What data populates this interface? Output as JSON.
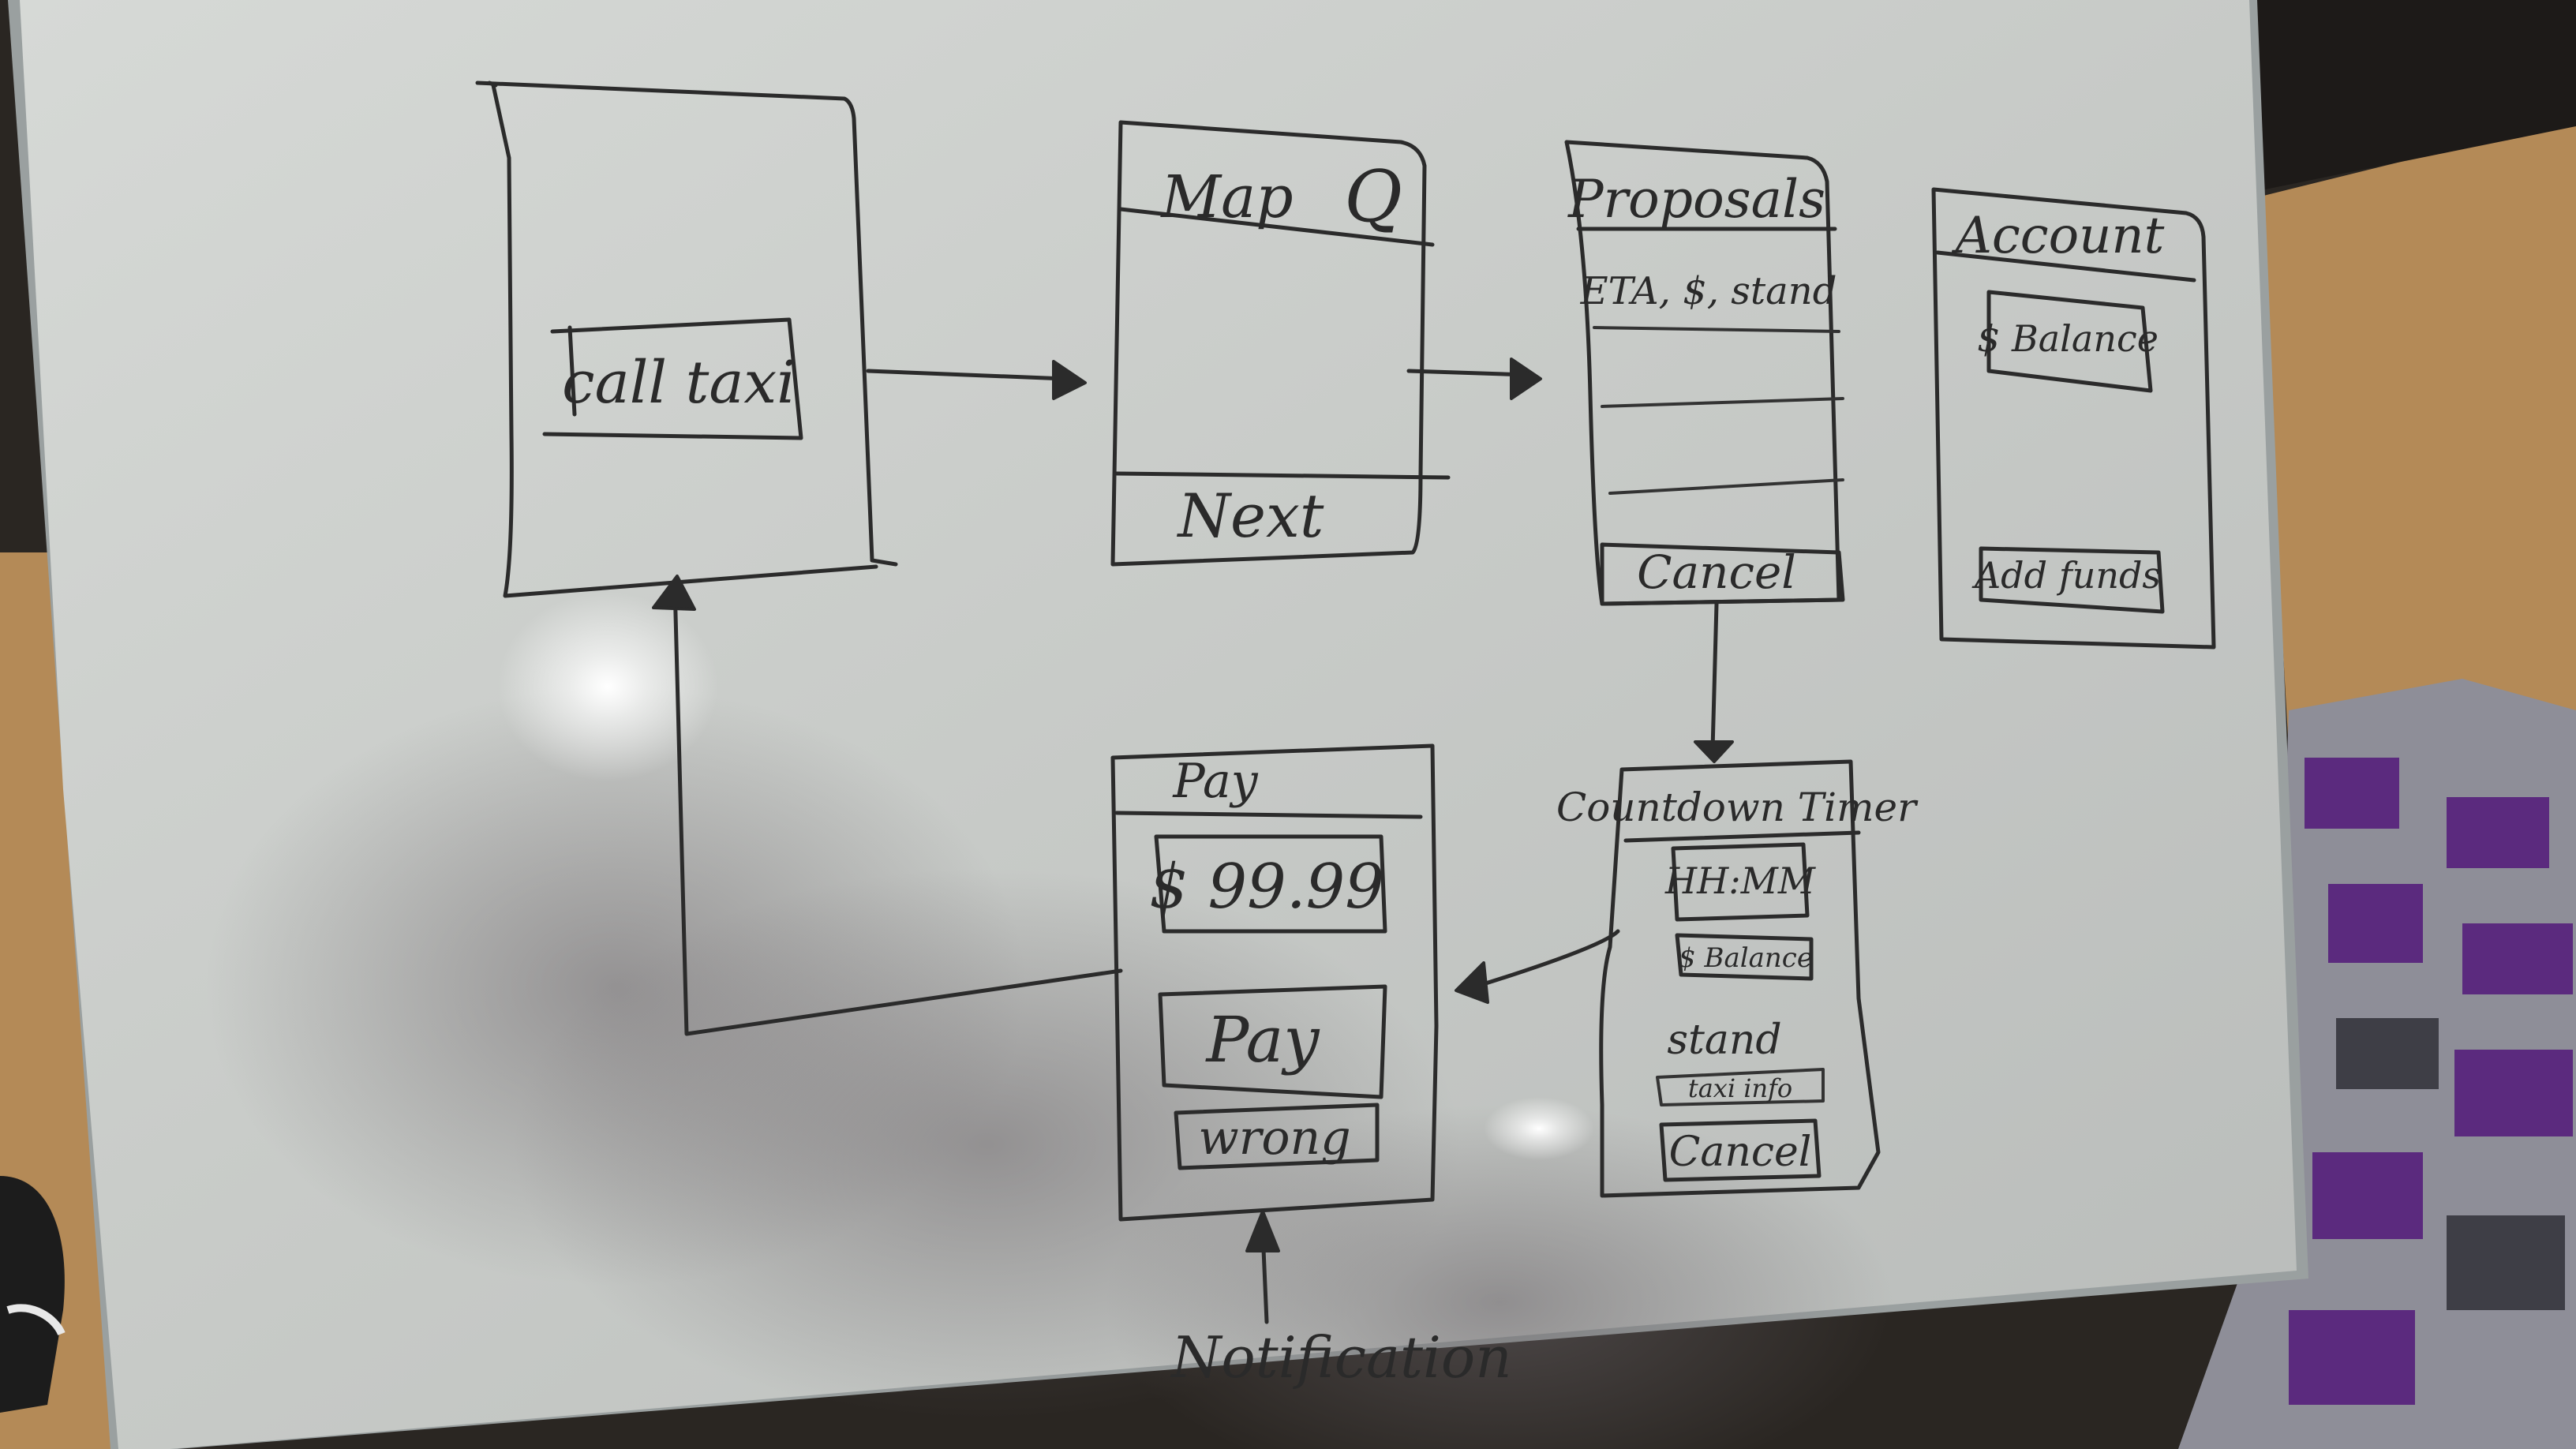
{
  "screens": {
    "start": {
      "button": "call taxi"
    },
    "map": {
      "title": "Map",
      "search_glyph": "Q",
      "footer": "Next"
    },
    "proposals": {
      "title": "Proposals",
      "row": "ETA, $, stand",
      "cancel": "Cancel"
    },
    "account": {
      "title": "Account",
      "balance": "$ Balance",
      "add_funds": "Add funds"
    },
    "countdown": {
      "title": "Countdown Timer",
      "time": "HH:MM",
      "balance": "$ Balance",
      "stand": "stand",
      "taxi_info": "taxi info",
      "cancel": "Cancel"
    },
    "pay": {
      "title": "Pay",
      "amount": "$ 99.99",
      "pay_button": "Pay",
      "wrong_button": "wrong"
    }
  },
  "notification": "Notification",
  "colors": {
    "board": "#c9ccc9",
    "frame": "#9aa0a0",
    "ink": "#2b2b2b",
    "background": "#2a2622",
    "floor": "#b48a57",
    "blanket_purple": "#5b2a7e",
    "blanket_grey": "#8e8e98"
  },
  "icons": [
    "search-icon"
  ]
}
